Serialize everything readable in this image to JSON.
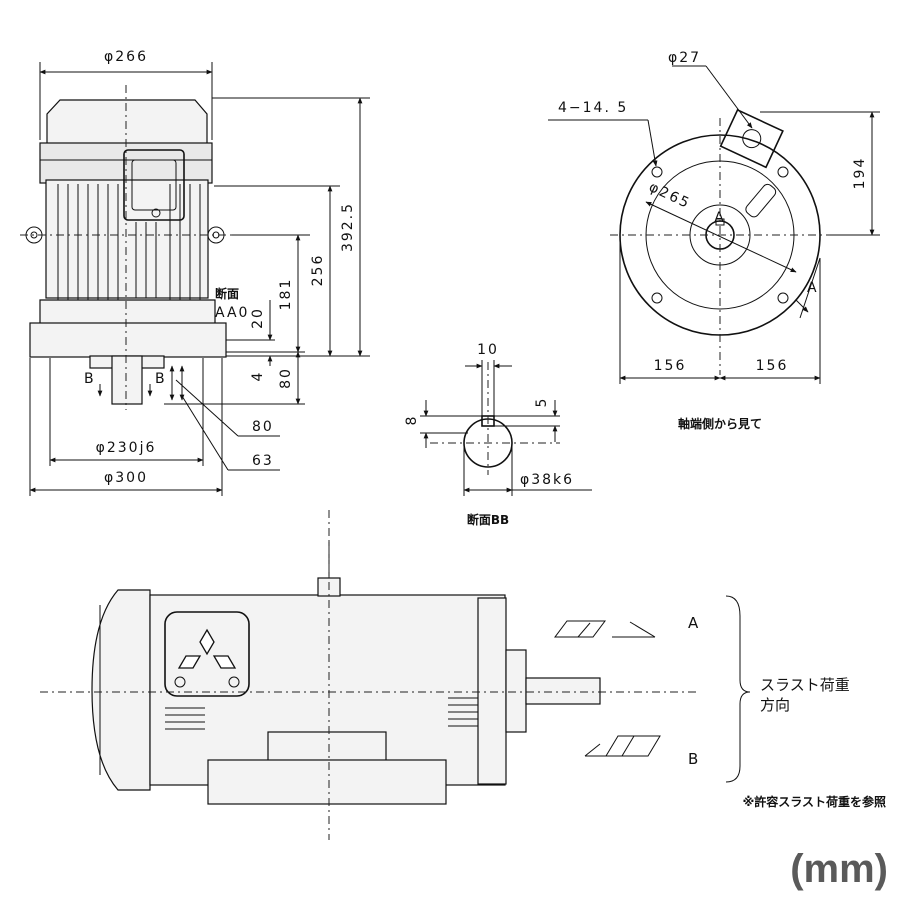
{
  "front_view": {
    "dim_phi266": "φ266",
    "dim_392_5": "392.5",
    "dim_256": "256",
    "dim_181": "181",
    "dim_20": "20",
    "dim_4": "4",
    "dim_80_vertical": "80",
    "dim_80": "80",
    "dim_63": "63",
    "dim_phi230j6": "φ230j6",
    "dim_phi300": "φ300",
    "section_label_1": "断面",
    "section_label_2": "AA0",
    "marker_b_left": "B",
    "marker_b_right": "B"
  },
  "section_bb": {
    "dim_10": "10",
    "dim_5": "5",
    "dim_8": "8",
    "dim_phi38k6": "φ38k6",
    "caption": "断面BB"
  },
  "side_view": {
    "dim_phi27": "φ27",
    "dim_holes": "4−14. 5",
    "dim_phi265": "φ265",
    "dim_194": "194",
    "dim_156_left": "156",
    "dim_156_right": "156",
    "marker_a_center": "A",
    "marker_a_right": "A",
    "caption": "軸端側から見て"
  },
  "top_view": {
    "label_a": "A",
    "label_b": "B",
    "thrust_line1": "スラスト荷重",
    "thrust_line2": "方向",
    "note": "※許容スラスト荷重を参照"
  },
  "unit": "(mm)"
}
